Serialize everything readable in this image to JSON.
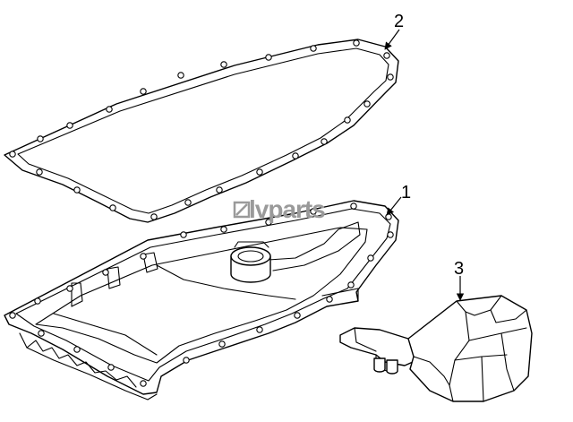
{
  "watermark": "lvparts",
  "callouts": {
    "pan": "1",
    "gasket": "2",
    "filter": "3"
  },
  "colors": {
    "line": "#000000",
    "watermark": "#9a9a9a",
    "background": "#ffffff"
  }
}
